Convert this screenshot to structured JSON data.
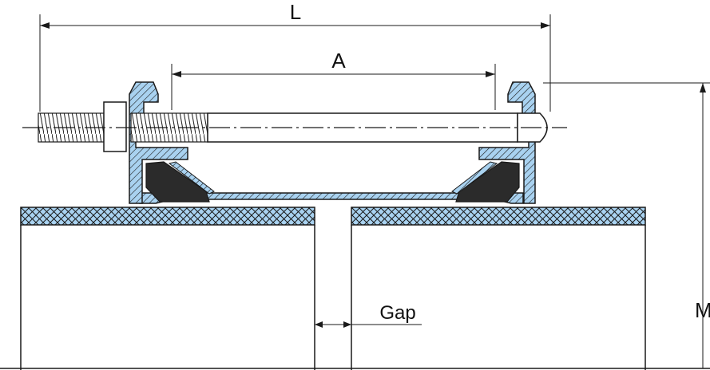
{
  "labels": {
    "length_overall": "L",
    "length_a": "A",
    "gap": "Gap",
    "m": "M"
  },
  "colors": {
    "line": "#1a1a1a",
    "hatch_fill": "#a9d2f0",
    "seal": "#2b2b2b",
    "background": "#ffffff"
  }
}
